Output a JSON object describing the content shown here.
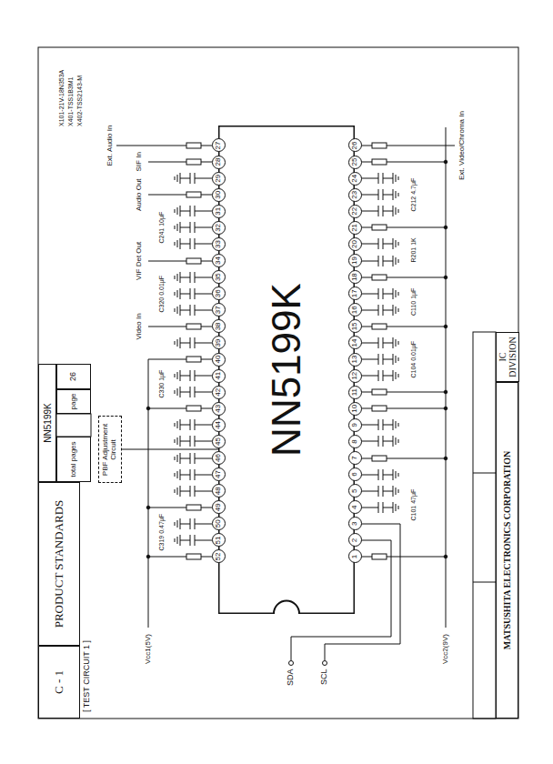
{
  "diagram": {
    "nodes": [
      {
        "text": [
          "C - 1"
        ]
      },
      {
        "text": [
          "PRODUCT STANDARDS"
        ]
      },
      {
        "text": [
          "NN5199K"
        ]
      },
      {
        "text": [
          "total pages"
        ]
      },
      {
        "text": [
          "page"
        ]
      },
      {
        "text": [
          "26"
        ]
      },
      {
        "text": [
          "NN5199K"
        ]
      },
      {
        "text": [
          "PBF Adjustment Circuit"
        ]
      },
      {
        "text": [
          "MATSUSHITA ELECTRONICS CORPORATION"
        ]
      },
      {
        "text": [
          "IC DIVISION"
        ]
      }
    ],
    "edges": [
      {
        "from": 7,
        "to": 6,
        "arrow": "none"
      }
    ],
    "labels": [
      "[ TEST CIRCUIT 1 ]",
      "1",
      "2",
      "3",
      "4",
      "5",
      "6",
      "7",
      "8",
      "9",
      "10",
      "11",
      "12",
      "13",
      "14",
      "15",
      "16",
      "17",
      "18",
      "19",
      "20",
      "21",
      "22",
      "23",
      "24",
      "25",
      "26",
      "27",
      "28",
      "29",
      "30",
      "31",
      "32",
      "33",
      "34",
      "35",
      "36",
      "37",
      "38",
      "39",
      "40",
      "41",
      "42",
      "43",
      "44",
      "45",
      "46",
      "47",
      "48",
      "49",
      "50",
      "51",
      "52",
      "SDA",
      "SCL",
      "Vcc1(5V)",
      "Vcc2(9V)",
      "Video In",
      "VIF Det Out",
      "Audio Out",
      "SIF In",
      "Ext. Audio In",
      "Ext. Video/Chroma In",
      "X101-21V-18N353A",
      "X401-TSS1B3M1",
      "X402-TSS2143-M",
      "C319 0.47μF",
      "C330 1μF",
      "C320 0.01μF",
      "C241 10μF",
      "C101 47μF",
      "C104 0.01μF",
      "C110 1μF",
      "R201 1K",
      "C212 4.7μF"
    ]
  }
}
